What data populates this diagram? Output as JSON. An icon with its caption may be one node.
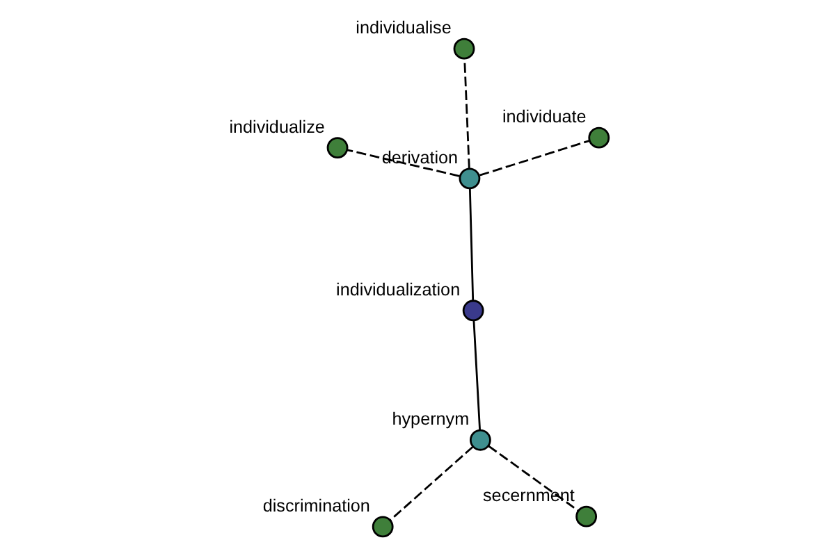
{
  "diagram": {
    "nodes": [
      {
        "text": [
          "individualization"
        ]
      },
      {
        "text": [
          "derivation"
        ]
      },
      {
        "text": [
          "hypernym"
        ]
      },
      {
        "text": [
          "individualise"
        ]
      },
      {
        "text": [
          "individuate"
        ]
      },
      {
        "text": [
          "individualize"
        ]
      },
      {
        "text": [
          "discrimination"
        ]
      },
      {
        "text": [
          "secernment"
        ]
      }
    ],
    "edges": [
      {
        "from": 0,
        "to": 1,
        "arrow": "none"
      },
      {
        "from": 0,
        "to": 2,
        "arrow": "none"
      },
      {
        "from": 1,
        "to": 3,
        "arrow": "none",
        "style": "dashed"
      },
      {
        "from": 1,
        "to": 4,
        "arrow": "none",
        "style": "dashed"
      },
      {
        "from": 1,
        "to": 5,
        "arrow": "none",
        "style": "dashed"
      },
      {
        "from": 2,
        "to": 6,
        "arrow": "none",
        "style": "dashed"
      },
      {
        "from": 2,
        "to": 7,
        "arrow": "none",
        "style": "dashed"
      }
    ]
  }
}
